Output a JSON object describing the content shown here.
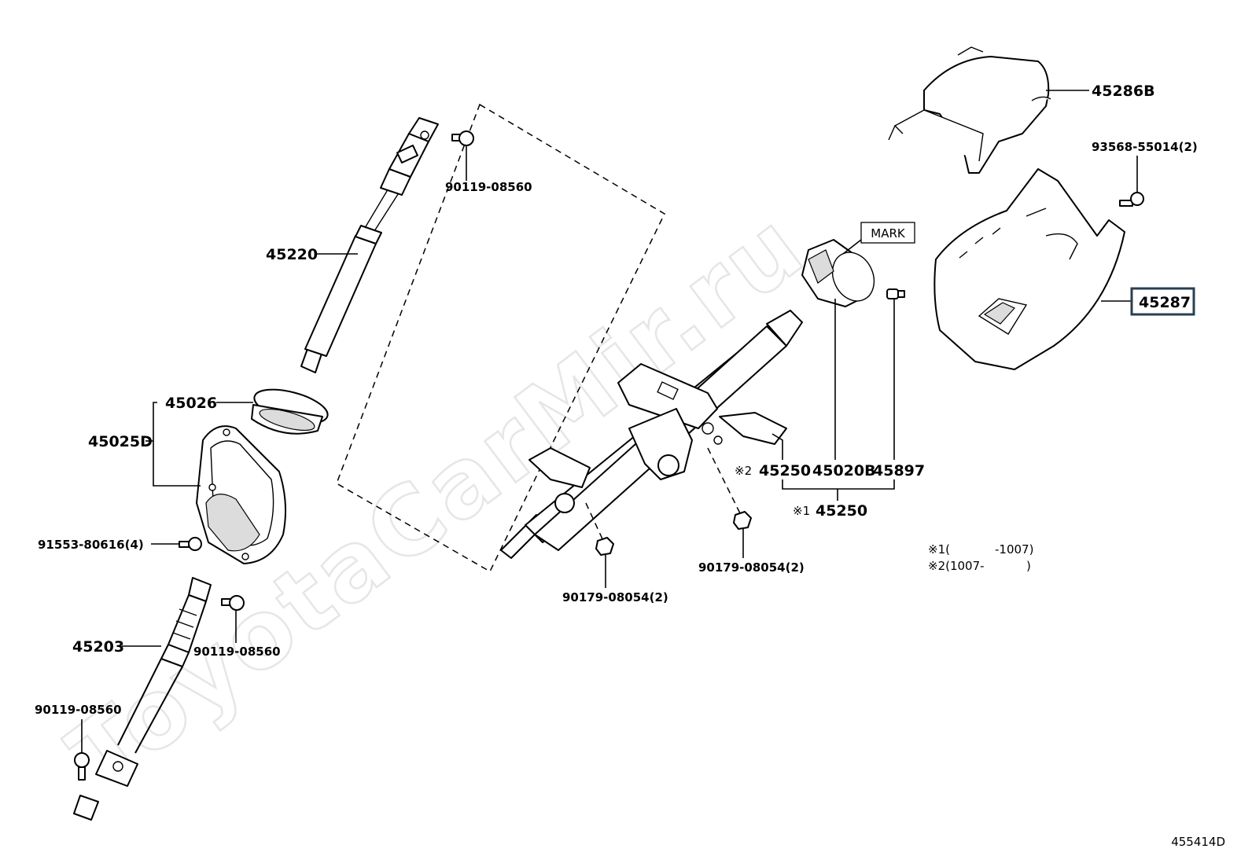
{
  "diagram": {
    "watermark": "ToyotaCarMir.ru",
    "diagram_code": "455414D",
    "mark_tag": "MARK",
    "selected_part": "45287",
    "labels": {
      "p45286B": "45286B",
      "p93568": "93568-55014(2)",
      "p45287": "45287",
      "p90119_top": "90119-08560",
      "p45220": "45220",
      "p45026": "45026",
      "p45025D": "45025D",
      "p91553": "91553-80616(4)",
      "p45203": "45203",
      "p90119_mid": "90119-08560",
      "p90119_bot": "90119-08560",
      "p90179_left": "90179-08054(2)",
      "p90179_right": "90179-08054(2)",
      "p45250_a": "45250",
      "p45020B": "45020B",
      "p45897": "45897",
      "p45250_b": "45250"
    },
    "markers": {
      "m1": "※1",
      "m2": "※2"
    },
    "notes": {
      "n1_mark": "※1(",
      "n1_val": "-1007)",
      "n2_mark": "※2(1007-",
      "n2_val": ")"
    }
  }
}
